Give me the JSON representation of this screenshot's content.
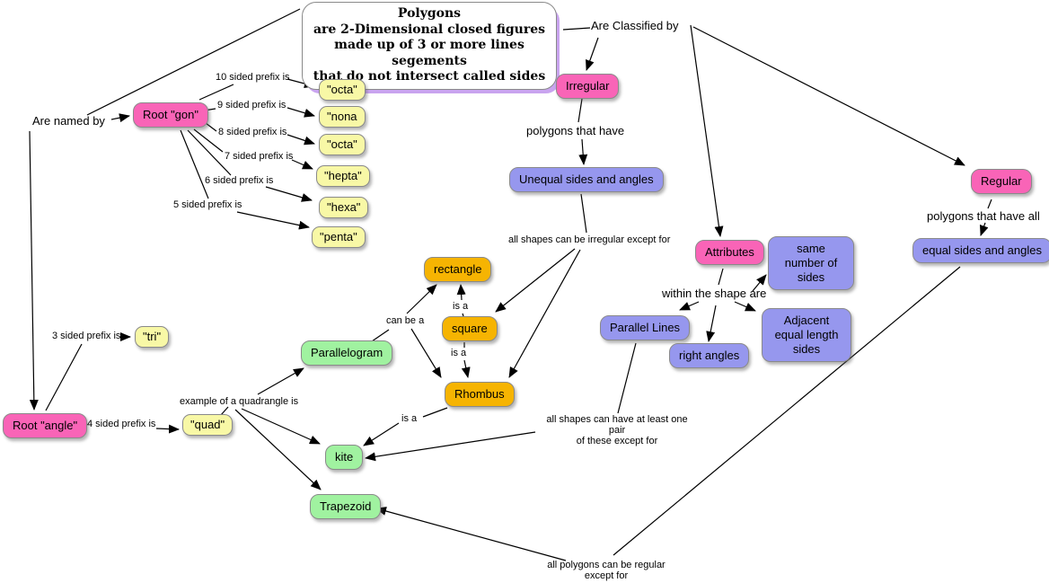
{
  "title": {
    "lines": [
      "Polygons",
      "are 2-Dimensional closed figures",
      "made up of 3 or more lines segements",
      "that do not intersect called sides"
    ]
  },
  "nodes": {
    "root_gon": "Root \"gon\"",
    "root_angle": "Root \"angle\"",
    "irregular": "Irregular",
    "regular": "Regular",
    "attributes": "Attributes",
    "octa10": "\"octa\"",
    "nona9": "\"nona",
    "octa8": "\"octa\"",
    "hepta7": "\"hepta\"",
    "hexa6": "\"hexa\"",
    "penta5": "\"penta\"",
    "tri3": "\"tri\"",
    "quad4": "\"quad\"",
    "unequal_sides": "Unequal sides and angles",
    "same_number": "same number of sides",
    "parallel_lines": "Parallel Lines",
    "right_angles": "right angles",
    "adjacent_equal": "Adjacent equal length sides",
    "equal_sides": "equal sides and angles",
    "rectangle": "rectangle",
    "square": "square",
    "rhombus": "Rhombus",
    "parallelogram": "Parallelogram",
    "kite": "kite",
    "trapezoid": "Trapezoid"
  },
  "labels": {
    "are_named_by": "Are named by",
    "are_classified_by": "Are Classified by",
    "polygons_that_have": "polygons that have",
    "polygons_that_have_all": "polygons that have all",
    "within_the_shape_are": "within the shape are",
    "all_irregular_except": "all shapes can be irregular except for",
    "prefix10": "10 sided prefix is",
    "prefix9": "9 sided prefix is",
    "prefix8": "8 sided prefix is",
    "prefix7": "7 sided prefix is",
    "prefix6": "6 sided prefix is",
    "prefix5": "5 sided prefix is",
    "prefix3": "3 sided prefix is",
    "prefix4": "4 sided prefix is",
    "example_quadrangle": "example of a quadrangle is",
    "can_be_a": "can be a",
    "is_a": "is a",
    "at_least_pair_lines": [
      "all shapes can have at least one pair",
      "of these except for"
    ],
    "all_regular_except_lines": [
      "all polygons can be regular",
      "except for"
    ]
  },
  "colors": {
    "pink": "#f964b7",
    "yellow": "#f8f8a6",
    "purple": "#9697ee",
    "orange": "#f6b402",
    "green": "#a0f2a0",
    "title_shadow": "#c9a4ef",
    "line": "#000000"
  }
}
